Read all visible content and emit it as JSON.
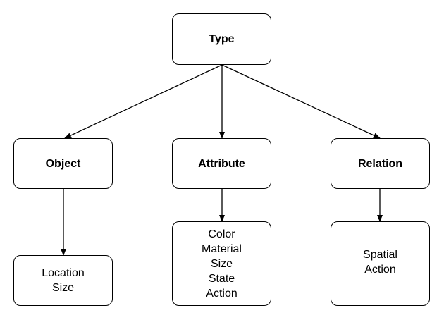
{
  "nodes": {
    "type": "Type",
    "object": "Object",
    "attribute": "Attribute",
    "relation": "Relation",
    "object_children": [
      "Location",
      "Size"
    ],
    "attribute_children": [
      "Color",
      "Material",
      "Size",
      "State",
      "Action"
    ],
    "relation_children": [
      "Spatial",
      "Action"
    ]
  }
}
